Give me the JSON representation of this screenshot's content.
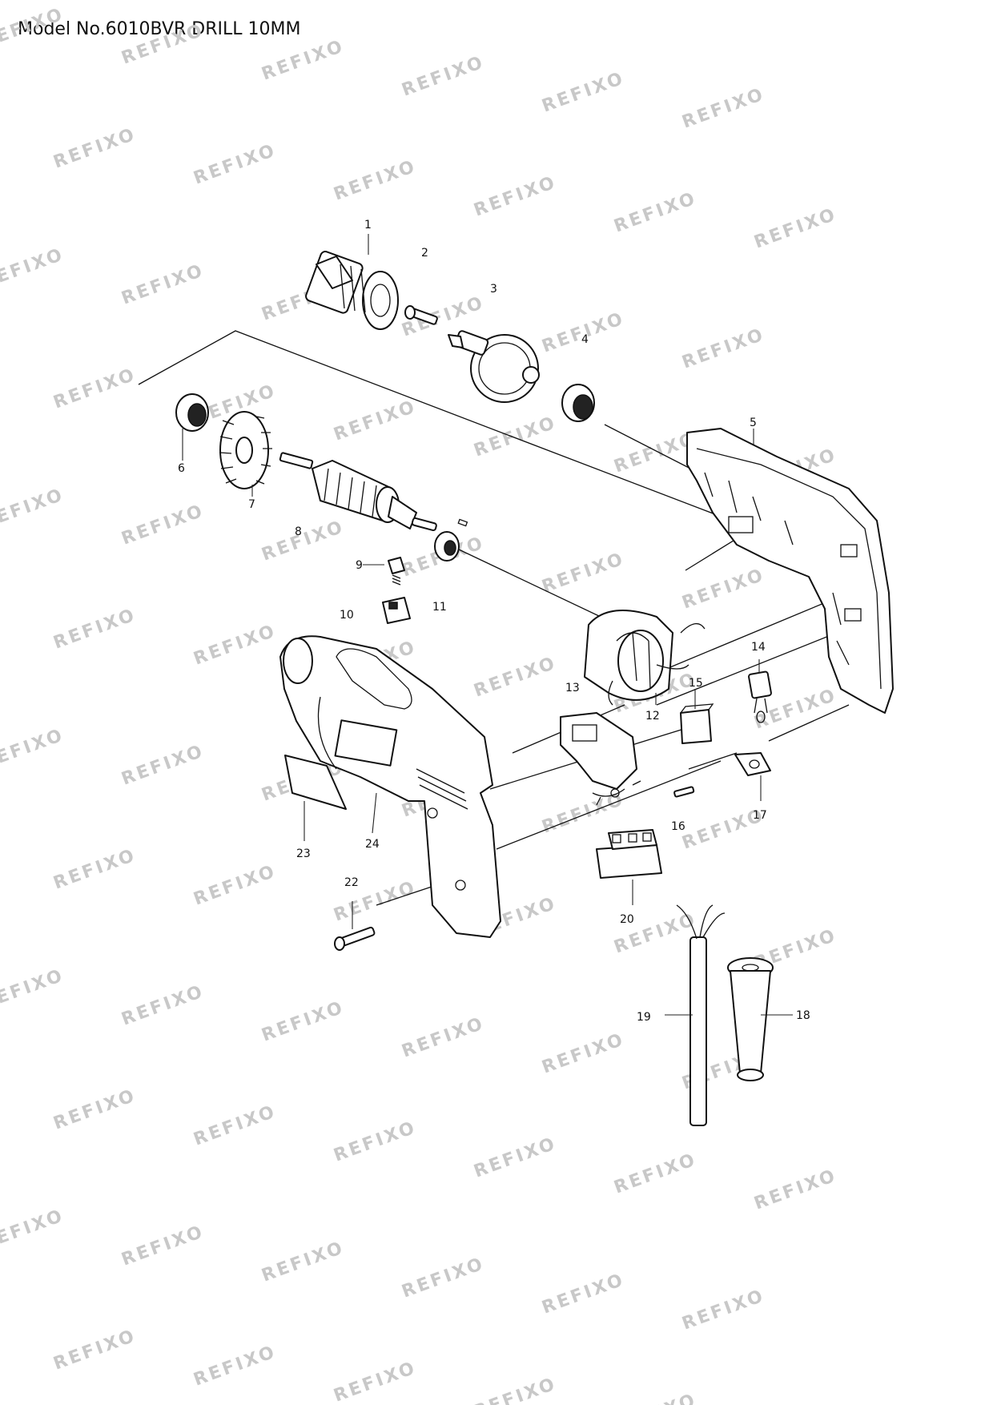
{
  "title": "Model No.6010BVR DRILL 10MM",
  "watermark": "REFIXO",
  "parts": [
    {
      "number": "1"
    },
    {
      "number": "2"
    },
    {
      "number": "3"
    },
    {
      "number": "4"
    },
    {
      "number": "5"
    },
    {
      "number": "6"
    },
    {
      "number": "7"
    },
    {
      "number": "8"
    },
    {
      "number": "9"
    },
    {
      "number": "10"
    },
    {
      "number": "11"
    },
    {
      "number": "12"
    },
    {
      "number": "13"
    },
    {
      "number": "14"
    },
    {
      "number": "15"
    },
    {
      "number": "16"
    },
    {
      "number": "17"
    },
    {
      "number": "18"
    },
    {
      "number": "19"
    },
    {
      "number": "20"
    },
    {
      "number": "22"
    },
    {
      "number": "23"
    },
    {
      "number": "24"
    }
  ]
}
